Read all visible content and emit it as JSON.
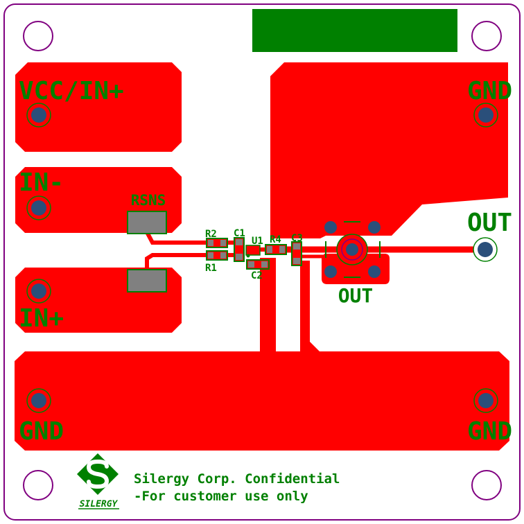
{
  "board": {
    "colors": {
      "outline": "#800080",
      "copper": "#ff0000",
      "silk": "#008000",
      "via_fill": "#2a4f7a",
      "pad_fill": "#808080",
      "background": "#ffffff"
    },
    "labels": {
      "vcc_in_plus": "VCC/IN+",
      "in_minus": "IN-",
      "in_plus": "IN+",
      "gnd_top_right": "GND",
      "gnd_bottom_left": "GND",
      "gnd_bottom_right": "GND",
      "out_right": "OUT",
      "out_connector": "OUT",
      "rsns": "RSNS"
    },
    "components": {
      "r1": "R1",
      "r2": "R2",
      "r4": "R4",
      "c1": "C1",
      "c2": "C2",
      "c3": "C3",
      "u1": "U1"
    },
    "footer": {
      "line1": "Silergy Corp. Confidential",
      "line2": "-For customer use only",
      "logo_text": "SILERGY",
      "logo_icon": "silergy-s-logo"
    }
  }
}
